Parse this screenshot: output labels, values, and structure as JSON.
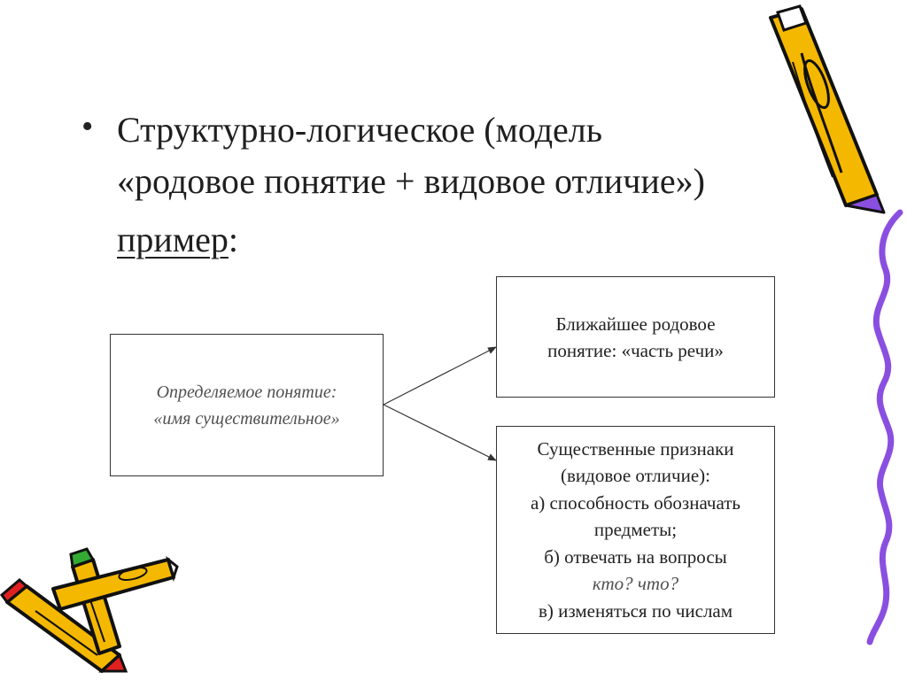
{
  "bullet": {
    "line1": "Структурно-логическое (модель",
    "line2": "«родовое понятие + видовое отличие»)",
    "example_word": "пример",
    "example_colon": ":"
  },
  "boxes": {
    "defined": {
      "line1": "Определяемое понятие:",
      "line2": "«имя существительное»"
    },
    "genus": {
      "line1": "Ближайшее родовое",
      "line2": "понятие: «часть речи»"
    },
    "features": {
      "line1": "Существенные признаки",
      "line2": "(видовое отличие):",
      "line3": "а) способность обозначать",
      "line4": "предметы;",
      "line5": "б) отвечать на вопросы",
      "line6": "кто? что?",
      "line7": "в) изменяться по числам"
    }
  },
  "colors": {
    "pencil_body": "#f5b800",
    "pencil_outline": "#111111",
    "pencil_tip_purple": "#8a4fe0",
    "pencil_red": "#e02020",
    "pencil_green": "#33aa33",
    "ribbon_purple": "#8a4fe0"
  },
  "icons": [
    "pencil-icon",
    "pencils-icon",
    "ribbon-decoration"
  ]
}
